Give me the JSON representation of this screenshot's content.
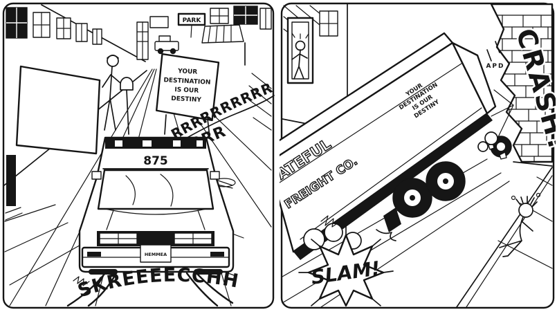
{
  "colors": {
    "ink": "#151515",
    "paper": "#ffffff"
  },
  "panel1": {
    "park_sign": "PARK",
    "billboard": {
      "line1": "YOUR",
      "line2": "DESTINATION",
      "line3": "IS OUR",
      "line4": "DESTINY"
    },
    "engine_sound": "RRRRRRRRRR",
    "engine_sound2": "RRRR",
    "car_number": "875",
    "license_plate": "HEMMEA",
    "screech_sound": "SKREEEECCHH"
  },
  "panel2": {
    "truck_name_line1": "ATEFUL",
    "truck_name_line2": "FREIGHT CO.",
    "slogan": {
      "line1": "YOUR",
      "line2": "DESTINATION",
      "line3": "IS OUR",
      "line4": "DESTINY"
    },
    "wall_sign": "APD",
    "crash_sound": "CRASH!",
    "slam_sound": "SLAM!"
  }
}
